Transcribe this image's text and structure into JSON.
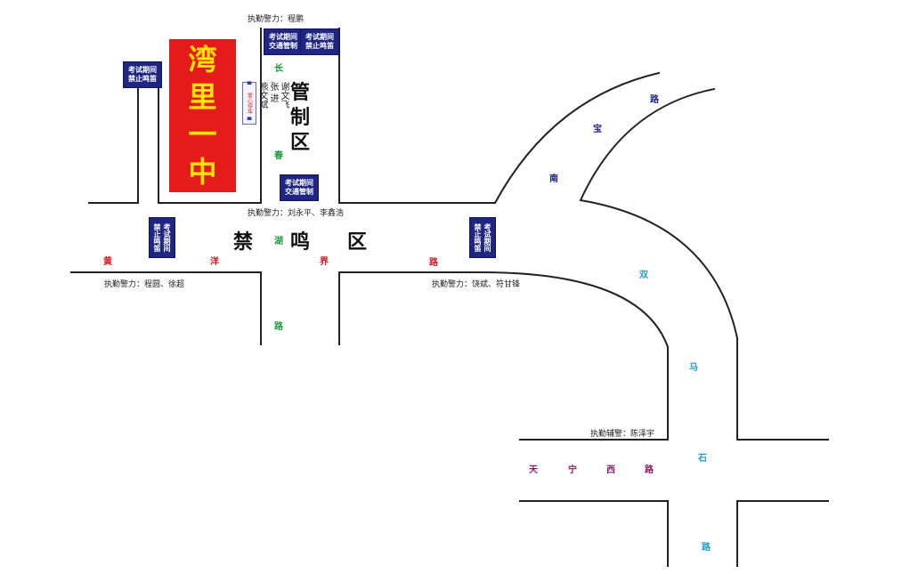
{
  "school": {
    "chars": [
      "湾",
      "里",
      "一",
      "中"
    ]
  },
  "zones": {
    "control": [
      "管",
      "制",
      "区"
    ],
    "no_honk": [
      "禁",
      "鸣",
      "区"
    ]
  },
  "roads": {
    "changchun": [
      "长",
      "春"
    ],
    "hujie": [
      "湖",
      "界",
      "路"
    ],
    "huangyang": [
      "黄",
      "洋"
    ],
    "nanbao": [
      "南",
      "宝",
      "路"
    ],
    "shuangmashi": [
      "双",
      "马",
      "石",
      "路"
    ],
    "tianningxi": [
      "天",
      "宁",
      "西",
      "路"
    ]
  },
  "police": {
    "top": "执勤警力：程鹏",
    "middle": "执勤警力：刘永平、李鑫浩",
    "left": "执勤警力：程圆、徐超",
    "right": "执勤警力：饶斌、符甘锋",
    "aux": "执勤辅警：陈泽宇"
  },
  "officers_column": [
    "谢文飞",
    "张 进",
    "熊文斌"
  ],
  "signs": {
    "traffic_control": [
      "考试期间",
      "交通管制"
    ],
    "no_honk": [
      "考试期间",
      "禁止鸣笛"
    ]
  },
  "parking": {
    "label": "爱心停车"
  },
  "colors": {
    "road_line": "#222222",
    "sign_bg": "#1f2583",
    "school_bg": "#e51b1b",
    "school_text": "#ffe600",
    "road_green": "#1a9a3a",
    "road_red": "#d4141c",
    "road_navy": "#1f2583",
    "road_cyan": "#1aa0c8",
    "road_magenta": "#8a1a6a"
  }
}
